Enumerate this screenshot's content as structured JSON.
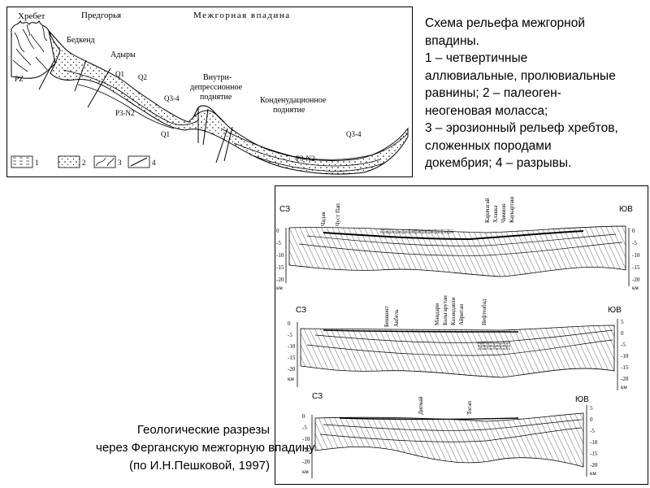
{
  "scheme": {
    "zones": [
      "Хребет",
      "Предгорья",
      "Межгорная впадина"
    ],
    "labels": {
      "pz": "PZ",
      "bedkend": "Бедкенд",
      "adyry": "Адыры",
      "q1": "Q1",
      "q2": "Q2",
      "q34_left": "Q3-4",
      "p3n2_left": "P3-N2",
      "q1_low": "Q1",
      "uplift_inner_1": "Внутри-",
      "uplift_inner_2": "депрессионное",
      "uplift_inner_3": "поднятие",
      "uplift_cond_1": "Конденудационное",
      "uplift_cond_2": "поднятие",
      "q34_right": "Q3-4",
      "p3n2_right": "P3-N2"
    },
    "legend": [
      "1",
      "2",
      "3",
      "4"
    ]
  },
  "description": {
    "title_line1": "Схема рельефа межгорной",
    "title_line2": "впадины.",
    "item1_line1": "1 – четвертичные",
    "item1_line2": "аллювиальные, пролювиальные",
    "item1_line3": "равнины; 2 – палеоген-",
    "item2_line2": "неогеновая моласса;",
    "item3_line1": "3 – эрозионный рельеф хребтов,",
    "item3_line2": "сложенных породами",
    "item3_line3": "докембрия; 4 – разрывы."
  },
  "sections_caption": {
    "line1": "Геологические разрезы",
    "line2": "через Ферганскую межгорную впадину",
    "line3": "(по И.Н.Пешковой, 1997)"
  },
  "profiles": [
    {
      "left_dir": "СЗ",
      "right_dir": "ЮВ",
      "wells": [
        "Чадак",
        "Чуст Пап",
        "Карачагай",
        "Хлакка",
        "Чимион",
        "Каукарташ"
      ],
      "ticks": [
        "0",
        "-5",
        "-10",
        "-15",
        "-20"
      ],
      "unit": "км"
    },
    {
      "left_dir": "СЗ",
      "right_dir": "ЮВ",
      "wells": [
        "Бешкент",
        "Акбель",
        "Мандари",
        "Бальгарутан",
        "Казандавли",
        "Айритан",
        "Нефтеабад"
      ],
      "ticks": [
        "5",
        "0",
        "-5",
        "-10",
        "-15",
        "-20"
      ],
      "unit": "км"
    },
    {
      "left_dir": "СЗ",
      "right_dir": "ЮВ",
      "wells": [
        "Дигмай",
        "Тогап"
      ],
      "ticks": [
        "5",
        "0",
        "-5",
        "-10",
        "-15",
        "-20"
      ],
      "unit": "км"
    }
  ]
}
